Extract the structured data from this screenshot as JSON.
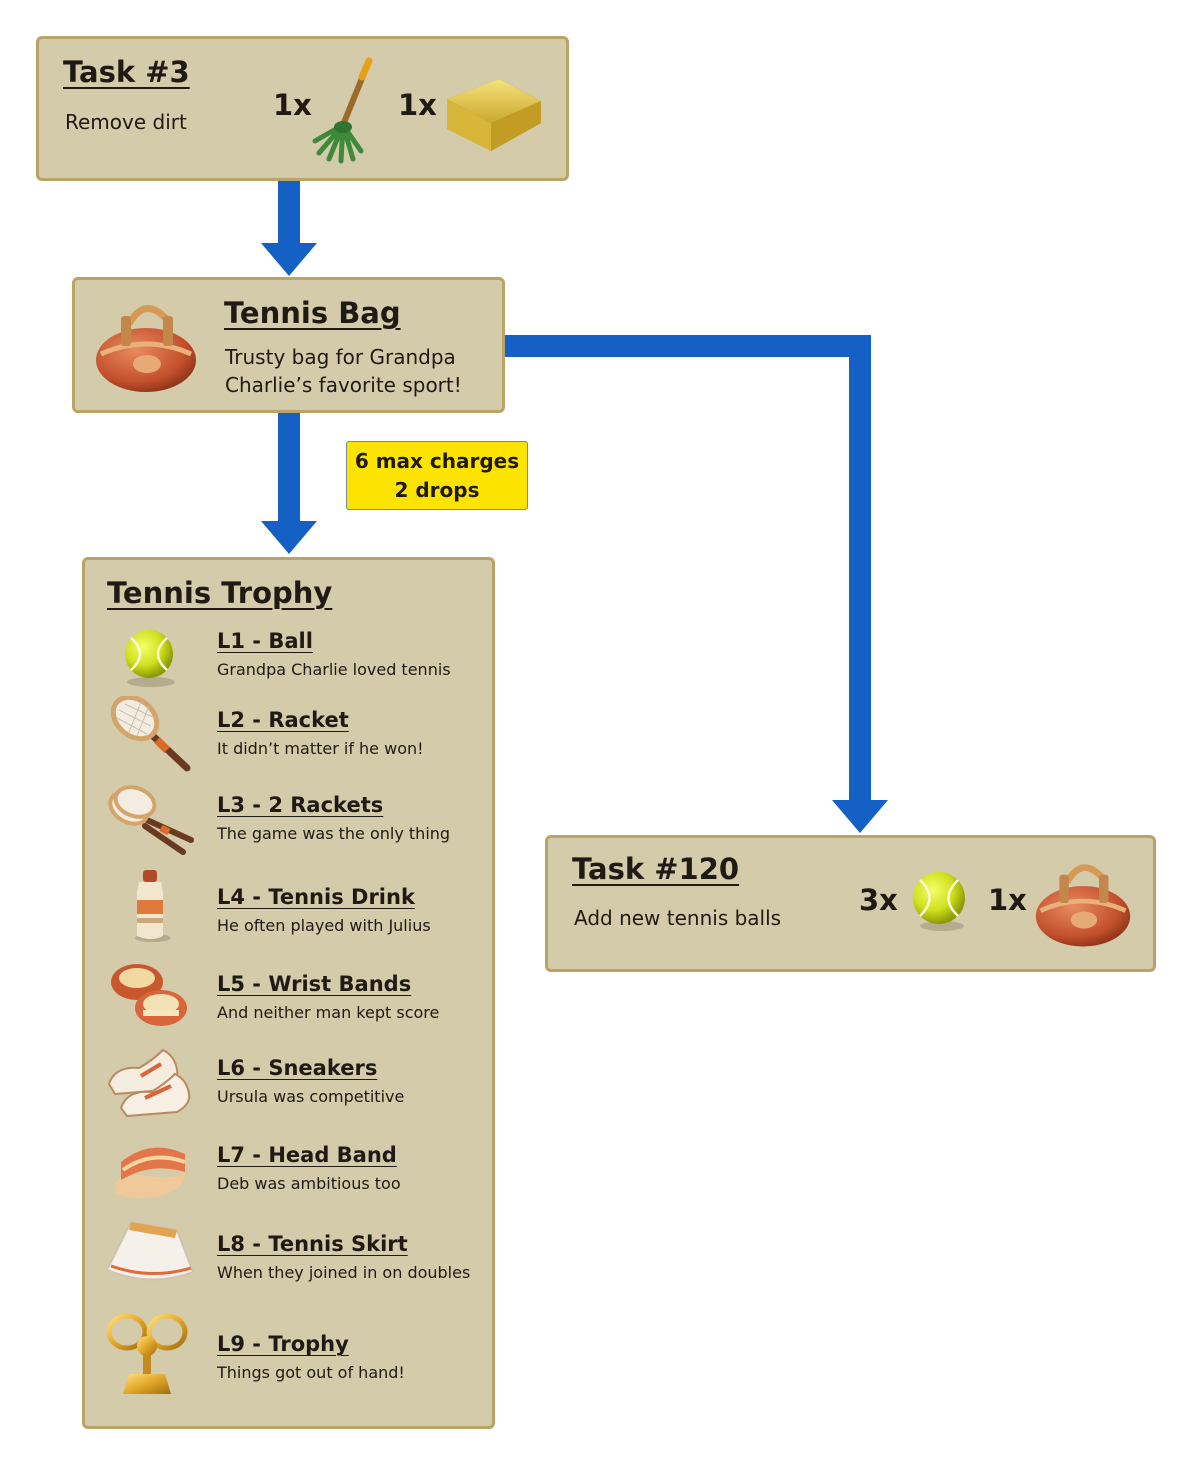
{
  "task3": {
    "title": "Task #3",
    "description": "Remove dirt",
    "req1_qty": "1x",
    "req1_icon": "rake-icon",
    "req2_qty": "1x",
    "req2_icon": "sponge-icon"
  },
  "bag": {
    "title": "Tennis Bag",
    "line1": "Trusty bag for Grandpa",
    "line2": "Charlie’s favorite sport!",
    "icon": "tennis-bag-icon"
  },
  "charges": {
    "line1": "6 max charges",
    "line2": "2 drops"
  },
  "trophy": {
    "title": "Tennis Trophy",
    "levels": [
      {
        "title": "L1 - Ball",
        "desc": "Grandpa Charlie loved tennis",
        "icon": "tennis-ball-icon"
      },
      {
        "title": "L2 - Racket",
        "desc": "It didn’t matter if he won!",
        "icon": "racket-icon"
      },
      {
        "title": "L3 - 2 Rackets",
        "desc": "The game was the only thing",
        "icon": "two-rackets-icon"
      },
      {
        "title": "L4 - Tennis Drink",
        "desc": "He often played with Julius",
        "icon": "drink-bottle-icon"
      },
      {
        "title": "L5 - Wrist Bands",
        "desc": "And neither man kept score",
        "icon": "wrist-bands-icon"
      },
      {
        "title": "L6 - Sneakers",
        "desc": "Ursula was competitive",
        "icon": "sneakers-icon"
      },
      {
        "title": "L7 - Head Band",
        "desc": "Deb was ambitious too",
        "icon": "visor-icon"
      },
      {
        "title": "L8 - Tennis Skirt",
        "desc": "When they joined in on doubles",
        "icon": "skirt-icon"
      },
      {
        "title": "L9 - Trophy",
        "desc": "Things got out of hand!",
        "icon": "trophy-icon"
      }
    ]
  },
  "task120": {
    "title": "Task #120",
    "description": "Add new tennis balls",
    "req1_qty": "3x",
    "req1_icon": "tennis-ball-icon",
    "req2_qty": "1x",
    "req2_icon": "tennis-bag-icon"
  },
  "colors": {
    "arrow": "#1560c4",
    "box_fill": "#d3cba9",
    "box_border": "#b9a466",
    "badge": "#fde300"
  }
}
